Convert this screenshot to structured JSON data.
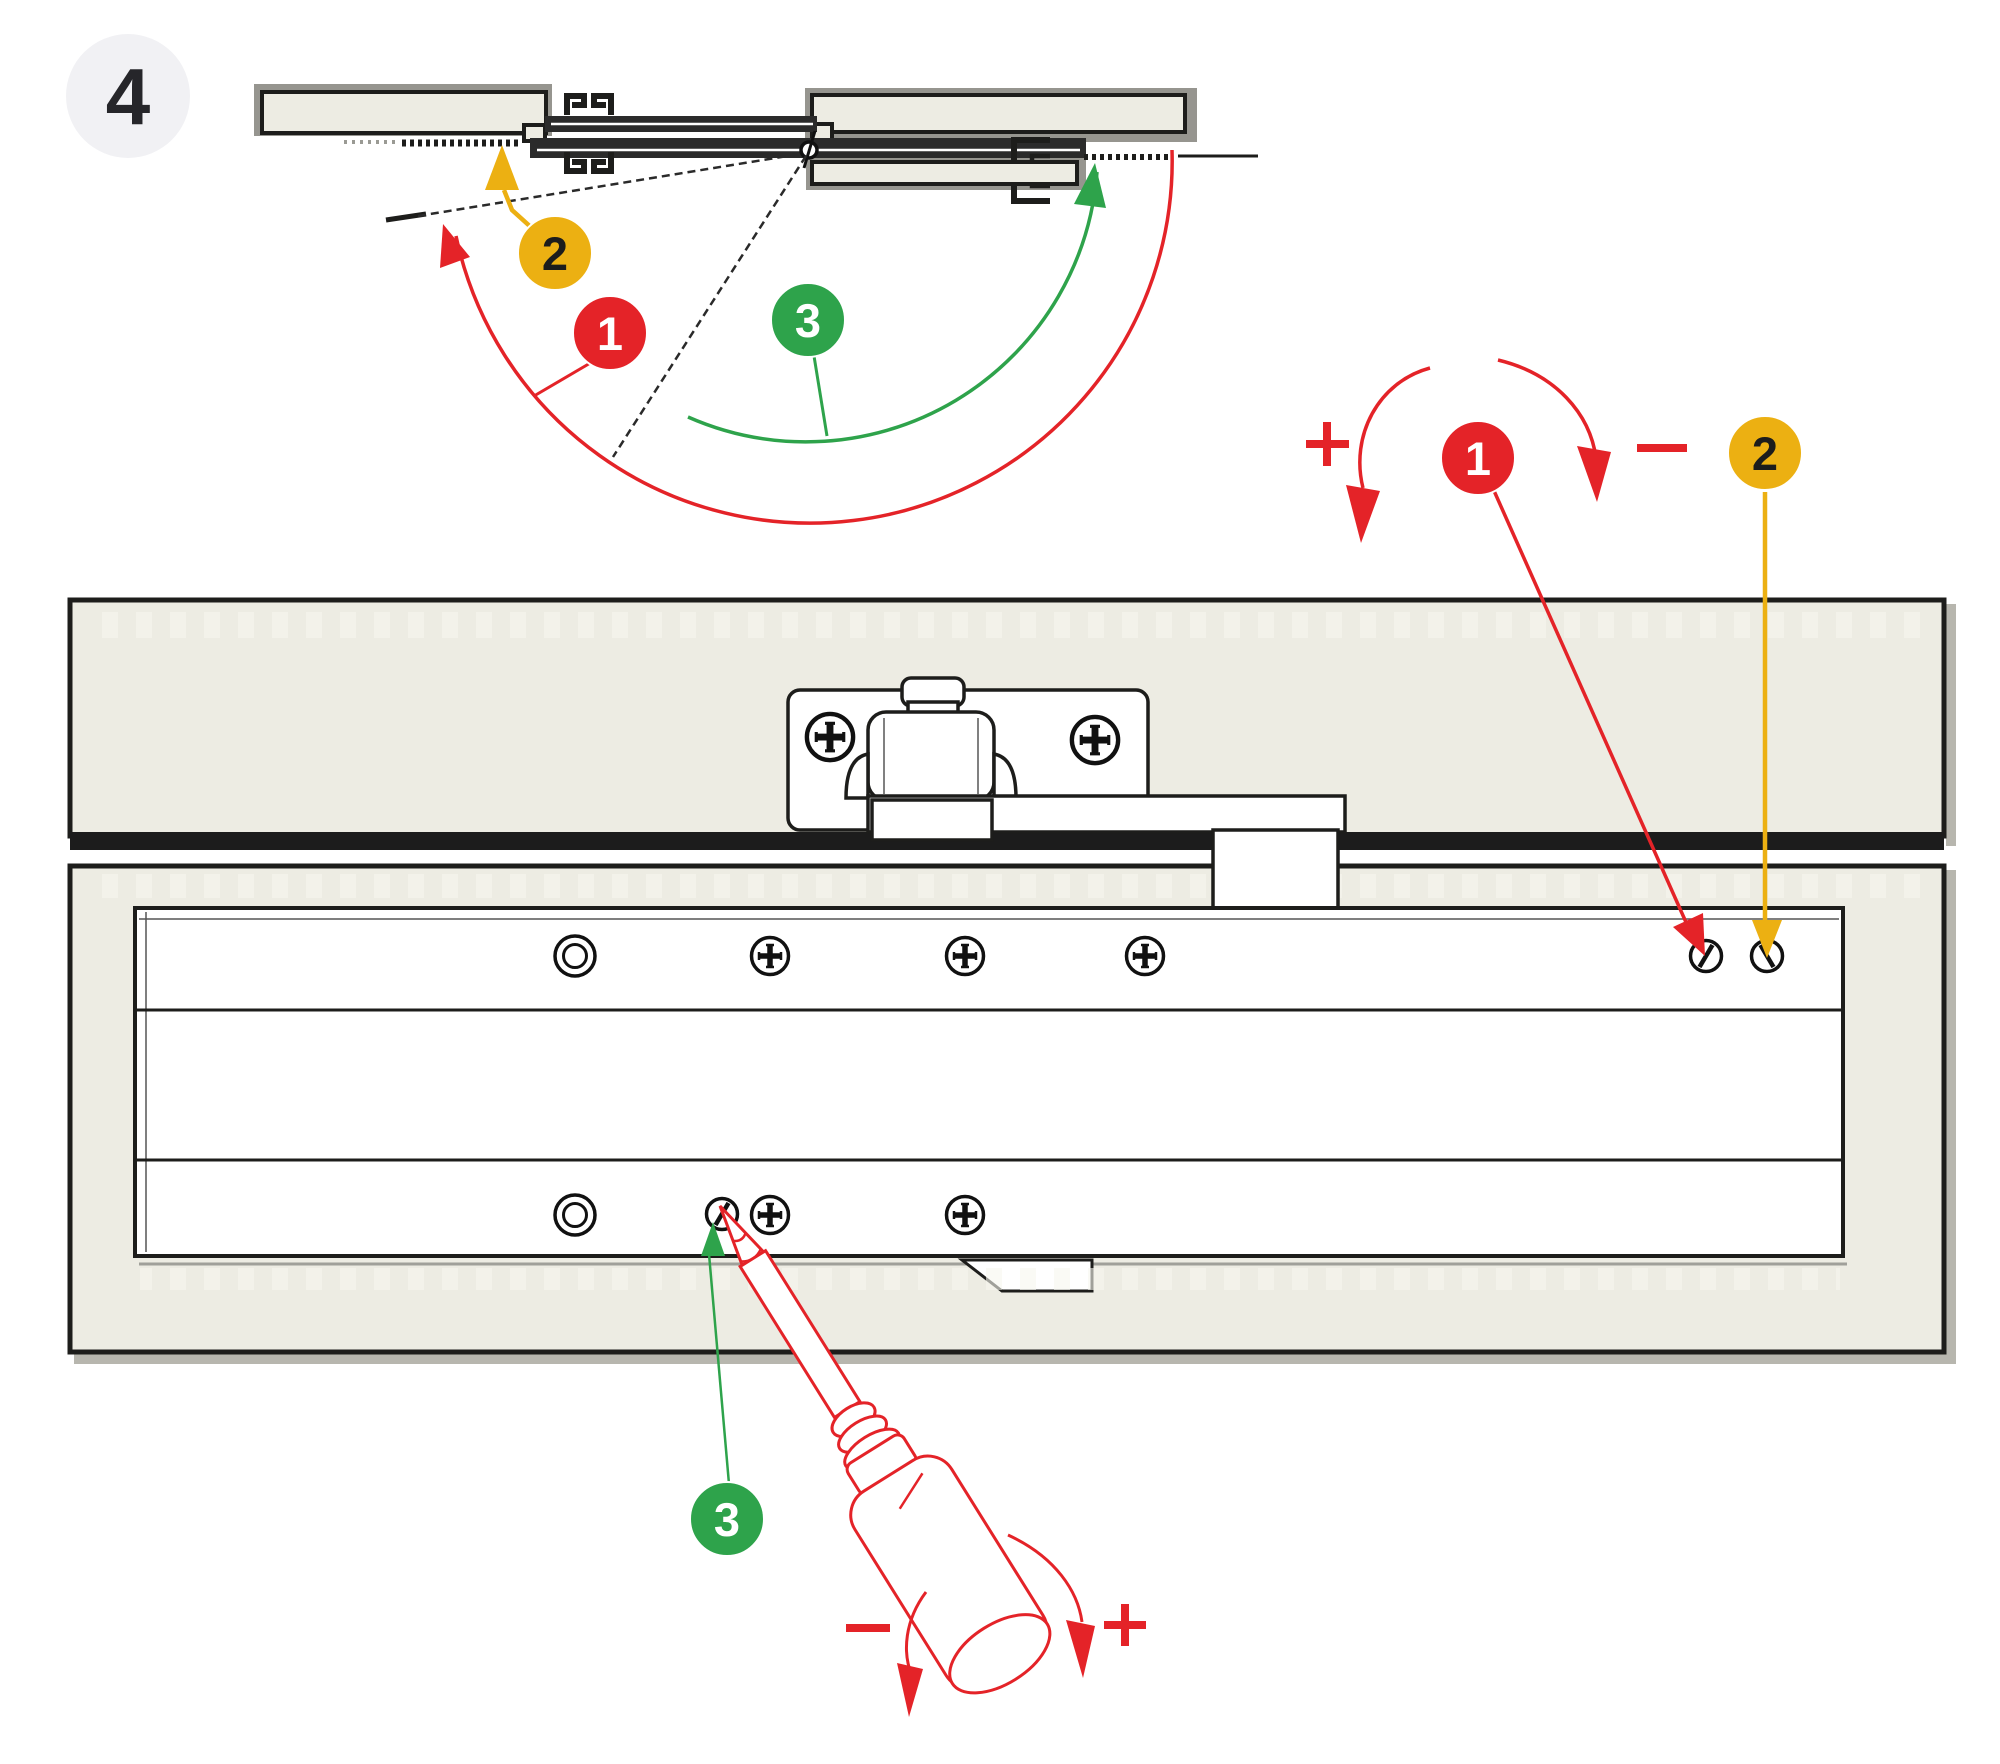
{
  "step_badge": {
    "number": "4"
  },
  "colors": {
    "red": "#e42328",
    "yellow": "#ecb012",
    "green": "#2ea34b",
    "beige": "#edece3",
    "ink": "#1d1d1b",
    "step_badge_bg": "#f1f1f4"
  },
  "plan_view": {
    "badge_closing_speed": "1",
    "badge_end_stop": "2",
    "badge_latch_speed": "3"
  },
  "valve_adjustment": {
    "badge_closing_speed": "1",
    "badge_end_stop": "2",
    "plus": "+",
    "minus": "−"
  },
  "latch_adjustment": {
    "badge_latch_speed": "3",
    "plus": "+",
    "minus": "−"
  }
}
